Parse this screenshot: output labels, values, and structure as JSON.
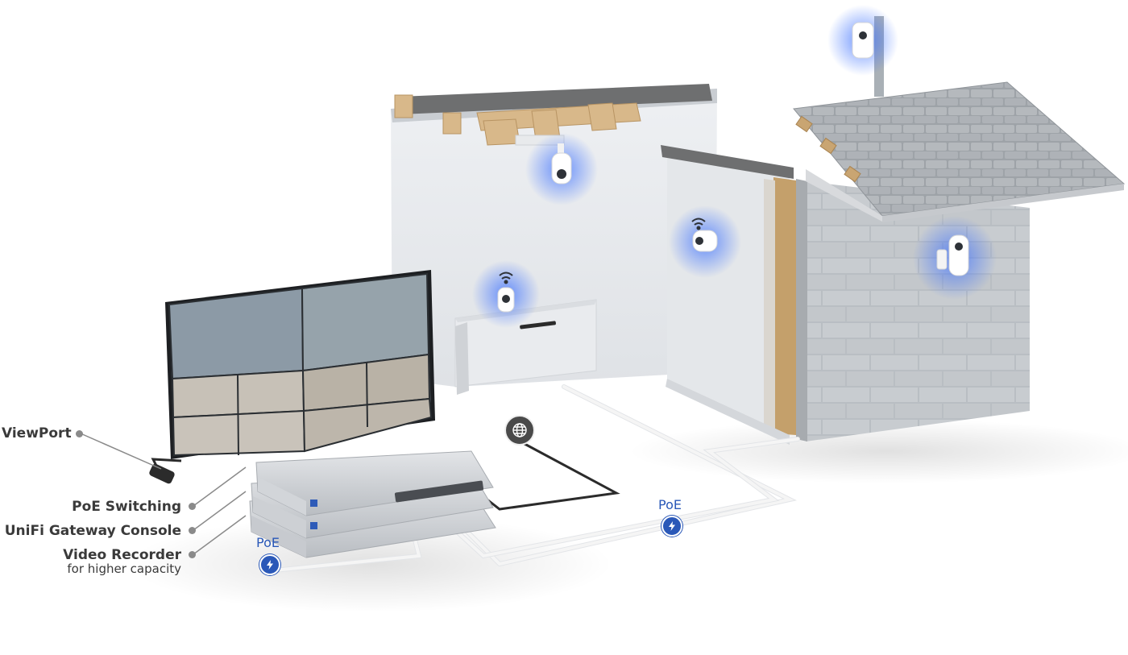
{
  "labels": {
    "viewport": "ViewPort",
    "poe_switching": "PoE Switching",
    "gateway_console": "UniFi Gateway Console",
    "video_recorder": "Video Recorder",
    "video_recorder_sub": "for higher capacity"
  },
  "poe": {
    "left_label": "PoE",
    "right_label": "PoE"
  },
  "icons": {
    "poe_badge": "lightning-bolt-icon",
    "internet_badge": "globe-icon",
    "wifi": "wifi-icon",
    "camera": "security-camera-icon"
  },
  "colors": {
    "accent": "#2a58b8",
    "glow": "#3a6fff",
    "label_text": "#3a3a3a",
    "leader_line": "#8a8a8a"
  }
}
